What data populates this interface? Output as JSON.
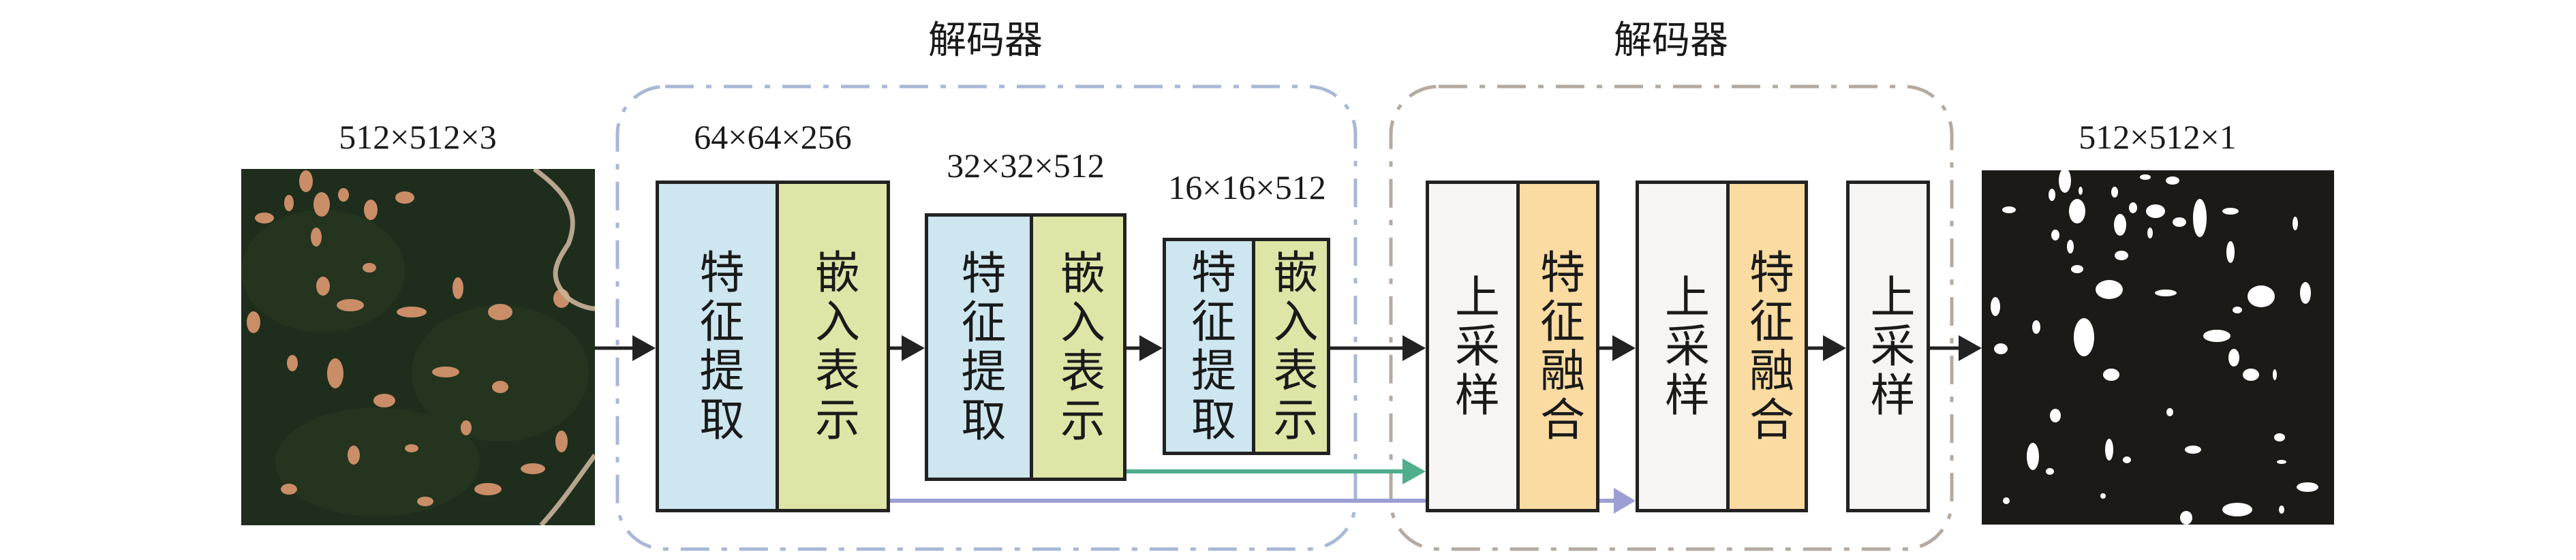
{
  "input": {
    "label": "512×512×3"
  },
  "encoder": {
    "title": "解码器",
    "border_color": "#a9b8d6",
    "stages": [
      {
        "size": "64×64×256",
        "cells": [
          "特征提取",
          "嵌入表示"
        ]
      },
      {
        "size": "32×32×512",
        "cells": [
          "特征提取",
          "嵌入表示"
        ]
      },
      {
        "size": "16×16×512",
        "cells": [
          "特征提取",
          "嵌入表示"
        ]
      }
    ]
  },
  "decoder": {
    "title": "解码器",
    "border_color": "#b4aaa0",
    "stages": [
      {
        "cells": [
          "上采样",
          "特征融合"
        ]
      },
      {
        "cells": [
          "上采样",
          "特征融合"
        ]
      },
      {
        "cells": [
          "上采样"
        ]
      }
    ]
  },
  "output": {
    "label": "512×512×1"
  },
  "colors": {
    "feature_extract": "#cde6ef",
    "embedding": "#dfe5a6",
    "upsample": "#f6f5f3",
    "fusion": "#fadba1",
    "skip_green": "#4fae8c",
    "skip_purple": "#9c9fd3",
    "arrow": "#222222"
  }
}
